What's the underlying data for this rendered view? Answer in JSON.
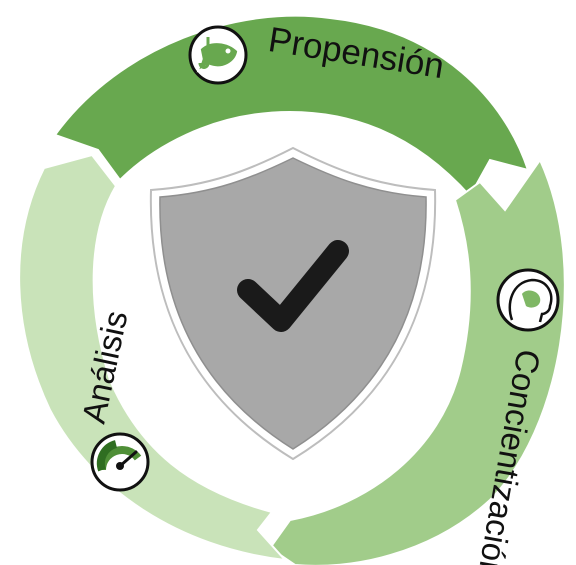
{
  "cycle": {
    "segments": [
      {
        "id": "propension",
        "label": "Propensión",
        "color": "#68a84f",
        "icon": "phishing-fish-hook-icon"
      },
      {
        "id": "concientizacion",
        "label": "Concientización",
        "color": "#a1cc8a",
        "icon": "head-awareness-icon"
      },
      {
        "id": "analisis",
        "label": "Análisis",
        "color": "#c9e3b9",
        "icon": "gauge-meter-icon"
      }
    ]
  },
  "center": {
    "icon": "shield-checkmark-icon",
    "shield_color": "#a8a8a8",
    "check_color": "#1a1a1a"
  }
}
